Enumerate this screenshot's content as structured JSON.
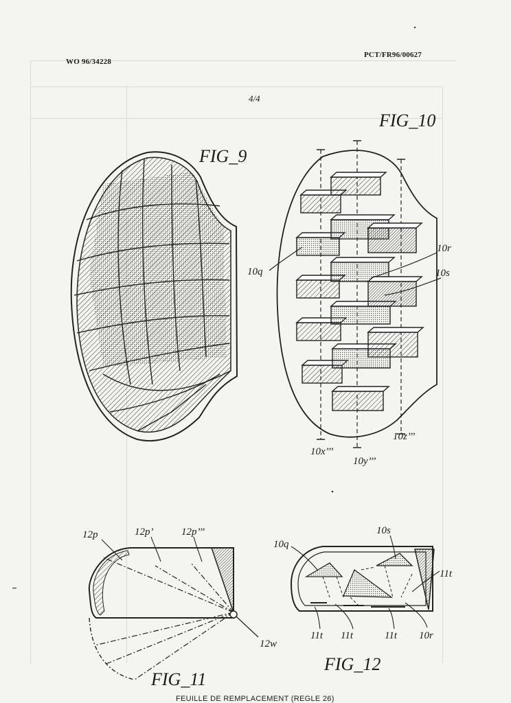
{
  "header": {
    "left": "WO 96/34228",
    "right": "PCT/FR96/00627",
    "sheet": "4/4"
  },
  "footer": "FEUILLE DE REMPLACEMENT (REGLE 26)",
  "figures": {
    "fig9": {
      "title": "FIG_9"
    },
    "fig10": {
      "title": "FIG_10",
      "labels": {
        "q": "10q",
        "r": "10r",
        "s": "10s",
        "x": "10x’’’",
        "y": "10y’’’",
        "z": "10z’’’"
      }
    },
    "fig11": {
      "title": "FIG_11",
      "labels": {
        "p1": "12p",
        "p2": "12p’",
        "p3": "12p’’’",
        "w": "12w"
      }
    },
    "fig12": {
      "title": "FIG_12",
      "labels": {
        "q": "10q",
        "s": "10s",
        "t1": "11t",
        "t2": "11t",
        "t3": "11t",
        "t4": "11t",
        "r": "10r"
      }
    }
  }
}
